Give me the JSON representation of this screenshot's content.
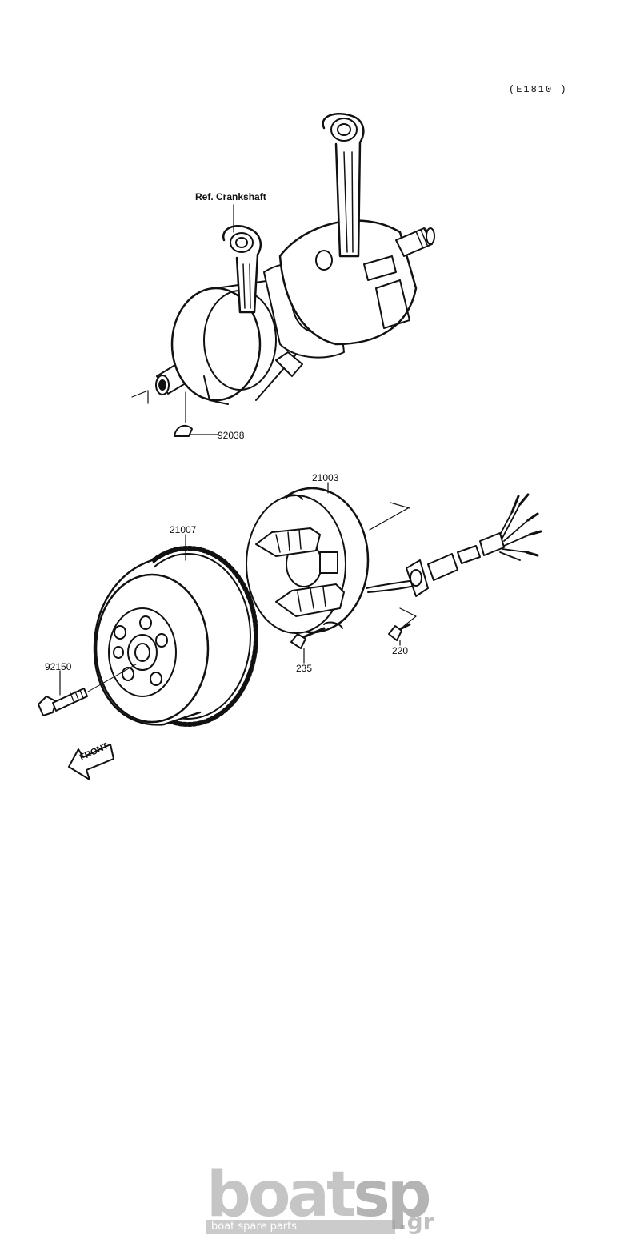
{
  "diagram_code": "(E1810 )",
  "labels": {
    "ref_crankshaft": "Ref. Crankshaft",
    "part_92038": "92038",
    "part_21003": "21003",
    "part_21007": "21007",
    "part_92150": "92150",
    "part_235": "235",
    "part_220": "220"
  },
  "front_arrow": "FRONT",
  "watermark": {
    "brand_left": "boat",
    "brand_right": "sp",
    "suffix": ".gr",
    "tagline": "boat spare parts"
  }
}
